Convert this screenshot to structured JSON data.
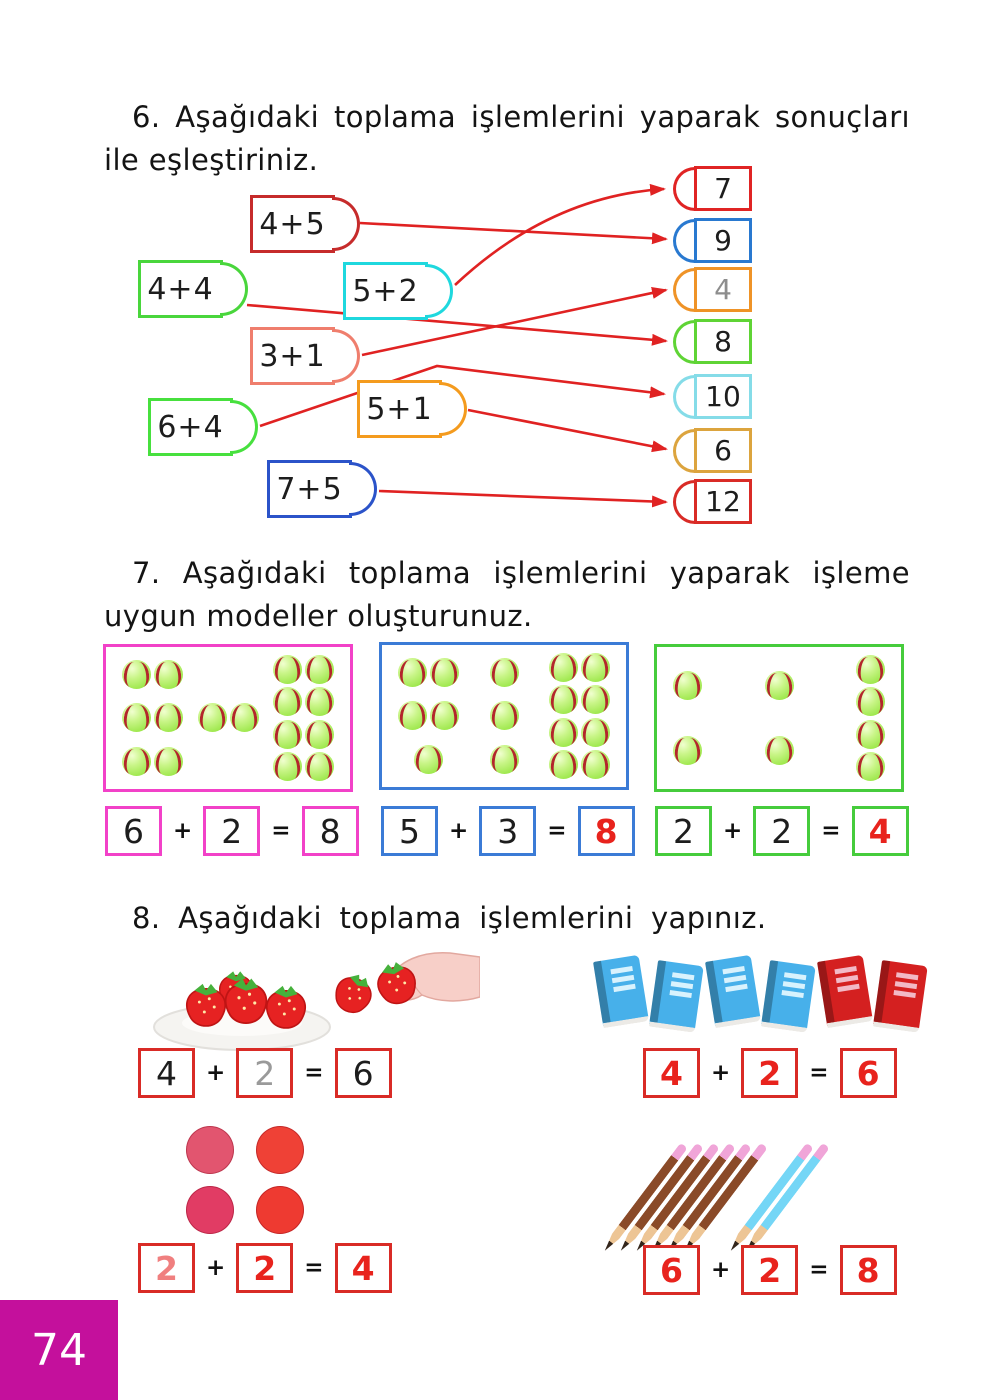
{
  "symbols": {
    "plus": "+",
    "equals": "="
  },
  "page": {
    "number": "74",
    "tab_color": "#c4109c"
  },
  "exercise6": {
    "title_line1": "6. Aşağıdaki toplama işlemlerini yaparak sonuçları",
    "title_line2": "ile eşleştiriniz.",
    "line_color": "#e02222",
    "problems": [
      {
        "label": "4+5",
        "color": "#c62b2b"
      },
      {
        "label": "4+4",
        "color": "#49d63c"
      },
      {
        "label": "5+2",
        "color": "#1fd8de"
      },
      {
        "label": "3+1",
        "color": "#ef7e6d"
      },
      {
        "label": "6+4",
        "color": "#47e03e"
      },
      {
        "label": "5+1",
        "color": "#f49b1e"
      },
      {
        "label": "7+5",
        "color": "#2b53c9"
      }
    ],
    "answers": [
      {
        "label": "7",
        "color": "#e02424",
        "text_color": "#1d1d1d"
      },
      {
        "label": "9",
        "color": "#2979d0",
        "text_color": "#1d1d1d"
      },
      {
        "label": "4",
        "color": "#ef9327",
        "text_color": "#8d8d8d"
      },
      {
        "label": "8",
        "color": "#5fd435",
        "text_color": "#1d1d1d"
      },
      {
        "label": "10",
        "color": "#85dce8",
        "text_color": "#1d1d1d"
      },
      {
        "label": "6",
        "color": "#dca43e",
        "text_color": "#1d1d1d"
      },
      {
        "label": "12",
        "color": "#d92b26",
        "text_color": "#1d1d1d"
      }
    ],
    "matches": [
      {
        "problem": "4+5",
        "answer": "9"
      },
      {
        "problem": "5+2",
        "answer": "7"
      },
      {
        "problem": "3+1",
        "answer": "4"
      },
      {
        "problem": "4+4",
        "answer": "8"
      },
      {
        "problem": "6+4",
        "answer": "10"
      },
      {
        "problem": "5+1",
        "answer": "6"
      },
      {
        "problem": "7+5",
        "answer": "12"
      }
    ]
  },
  "exercise7": {
    "title_line1": "7. Aşağıdaki toplama işlemlerini yaparak işleme",
    "title_line2": "uygun modeller oluşturunuz.",
    "models": [
      {
        "color": "#f241c8",
        "groups": [
          [
            2,
            2,
            2
          ],
          [
            0,
            2,
            0
          ],
          [
            2,
            2,
            2,
            2
          ]
        ],
        "equation": {
          "a": "6",
          "b": "2",
          "result": "8",
          "a_color": "#1d1d1d",
          "b_color": "#1d1d1d",
          "result_color": "#1d1d1d"
        }
      },
      {
        "color": "#3b7bd6",
        "groups": [
          [
            2,
            2,
            1
          ],
          [
            1,
            1,
            1
          ],
          [
            2,
            2,
            2,
            2
          ]
        ],
        "equation": {
          "a": "5",
          "b": "3",
          "result": "8",
          "a_color": "#1d1d1d",
          "b_color": "#1d1d1d",
          "result_color": "#e8231d"
        }
      },
      {
        "color": "#46cc3c",
        "groups": [
          [
            1,
            1
          ],
          [
            1,
            1
          ],
          [
            1,
            1,
            1,
            1
          ]
        ],
        "equation": {
          "a": "2",
          "b": "2",
          "result": "4",
          "a_color": "#1d1d1d",
          "b_color": "#1d1d1d",
          "result_color": "#e8231d"
        }
      }
    ]
  },
  "exercise8": {
    "title": "8. Aşağıdaki toplama işlemlerini yapınız.",
    "box_color": "#d92b26",
    "strawberries": {
      "icon": "strawberries-plate-and-hand-image",
      "equation": {
        "a": "4",
        "b": "2",
        "result": "6",
        "a_color": "#1d1d1d",
        "b_color": "#9a9a9a",
        "result_color": "#1d1d1d"
      }
    },
    "books": {
      "icon": "books-row-image",
      "colors": [
        "blue",
        "blue",
        "blue",
        "blue",
        "red",
        "red"
      ],
      "equation": {
        "a": "4",
        "b": "2",
        "result": "6",
        "a_color": "#e8231d",
        "b_color": "#e8231d",
        "result_color": "#e8231d"
      }
    },
    "circles": {
      "icon": "red-circles-image",
      "colors": [
        "#e2556f",
        "#ef4136",
        "#e13c64",
        "#ee3a31"
      ],
      "equation": {
        "a": "2",
        "b": "2",
        "result": "4",
        "a_color": "#f07f7f",
        "b_color": "#e8231d",
        "result_color": "#e8231d"
      }
    },
    "pencils": {
      "icon": "pencils-row-image",
      "colors": [
        "brown",
        "brown",
        "brown",
        "brown",
        "brown",
        "brown",
        "blue",
        "blue"
      ],
      "equation": {
        "a": "6",
        "b": "2",
        "result": "8",
        "a_color": "#e8231d",
        "b_color": "#e8231d",
        "result_color": "#e8231d"
      }
    }
  }
}
